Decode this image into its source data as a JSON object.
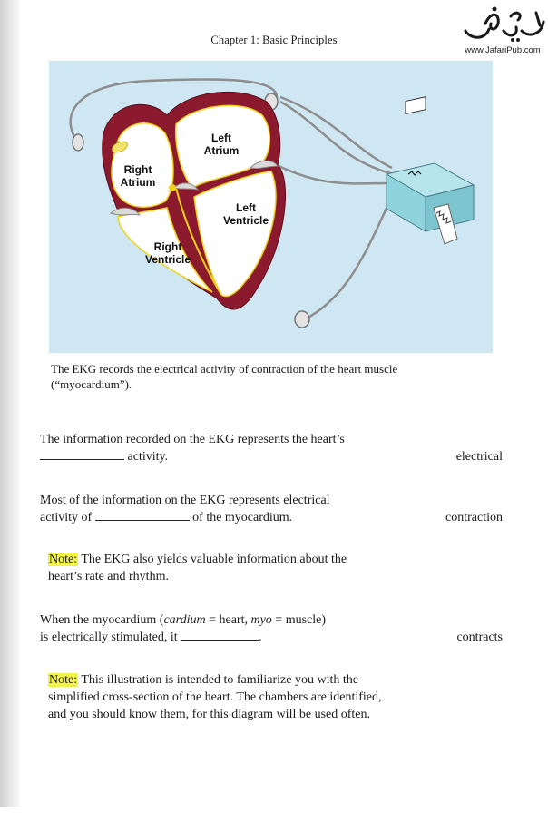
{
  "header": {
    "title": "Chapter 1: Basic Principles"
  },
  "watermark": {
    "site": "www.JafariPub.com",
    "logo_color": "#1a1a1a"
  },
  "figure": {
    "labels": {
      "right_atrium": [
        "Right",
        "Atrium"
      ],
      "left_atrium": [
        "Left",
        "Atrium"
      ],
      "left_ventricle": [
        "Left",
        "Ventricle"
      ],
      "right_ventricle": [
        "Right",
        "Ventricle"
      ]
    },
    "colors": {
      "panel_background": "#cfe6f3",
      "myocardium": "#8b1a2e",
      "conduction_system": "#f0d21e",
      "ekg_machine": "#8fd3dc"
    },
    "caption": "The EKG records the electrical activity of contraction of the heart muscle (“myocardium”)."
  },
  "frames": [
    {
      "line1": "The information recorded on the EKG represents the heart’s",
      "line2_after_blank": " activity.",
      "answer": "electrical"
    },
    {
      "line1": "Most of the information on the EKG represents electrical",
      "line2_before_blank": "activity of ",
      "line2_after_blank": " of the myocardium.",
      "answer": "contraction"
    },
    {
      "note_label": "Note:",
      "line1_rest": " The EKG also yields valuable information about the",
      "line2": "heart’s rate and rhythm."
    },
    {
      "line1_a": "When the myocardium (",
      "term1": "cardium",
      "line1_b": " = heart, ",
      "term2": "myo",
      "line1_c": " = muscle)",
      "line2_before_blank": "is electrically stimulated, it ",
      "line2_after_blank": ".",
      "answer": "contracts"
    },
    {
      "note_label": "Note:",
      "line1_rest": " This illustration is intended to familiarize you with the",
      "line2": "simplified cross-section of the heart. The chambers are identified,",
      "line3": "and you should know them, for this diagram will be used often."
    }
  ]
}
